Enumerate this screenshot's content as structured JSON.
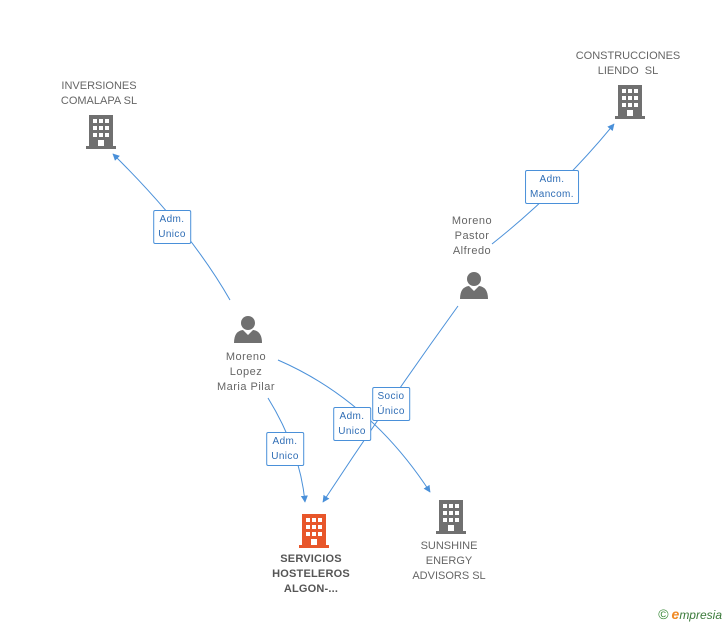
{
  "nodes": {
    "inversiones": {
      "lines": [
        "INVERSIONES",
        "COMALAPA SL"
      ],
      "icon": "building-icon",
      "color": "#707070"
    },
    "construcciones": {
      "lines": [
        "CONSTRUCCIONES",
        "LIENDO  SL"
      ],
      "icon": "building-icon",
      "color": "#707070"
    },
    "moreno_pastor": {
      "lines": [
        "Moreno",
        "Pastor",
        "Alfredo"
      ],
      "icon": "person-icon",
      "color": "#707070"
    },
    "moreno_lopez": {
      "lines": [
        "Moreno",
        "Lopez",
        "Maria Pilar"
      ],
      "icon": "person-icon",
      "color": "#707070"
    },
    "servicios": {
      "lines": [
        "SERVICIOS",
        "HOSTELEROS",
        "ALGON-..."
      ],
      "icon": "building-icon",
      "color": "#e8562a"
    },
    "sunshine": {
      "lines": [
        "SUNSHINE",
        "ENERGY",
        "ADVISORS SL"
      ],
      "icon": "building-icon",
      "color": "#707070"
    }
  },
  "edge_labels": {
    "adm_unico_1": [
      "Adm.",
      "Unico"
    ],
    "adm_mancom": [
      "Adm.",
      "Mancom."
    ],
    "socio_unico": [
      "Socio",
      "Único"
    ],
    "adm_unico_2": [
      "Adm.",
      "Unico"
    ],
    "adm_unico_3": [
      "Adm.",
      "Unico"
    ]
  },
  "colors": {
    "edge": "#4a90d9",
    "building": "#707070",
    "focus": "#e8562a"
  },
  "brand": {
    "copyright": "©",
    "initial": "e",
    "name": "mpresia"
  }
}
